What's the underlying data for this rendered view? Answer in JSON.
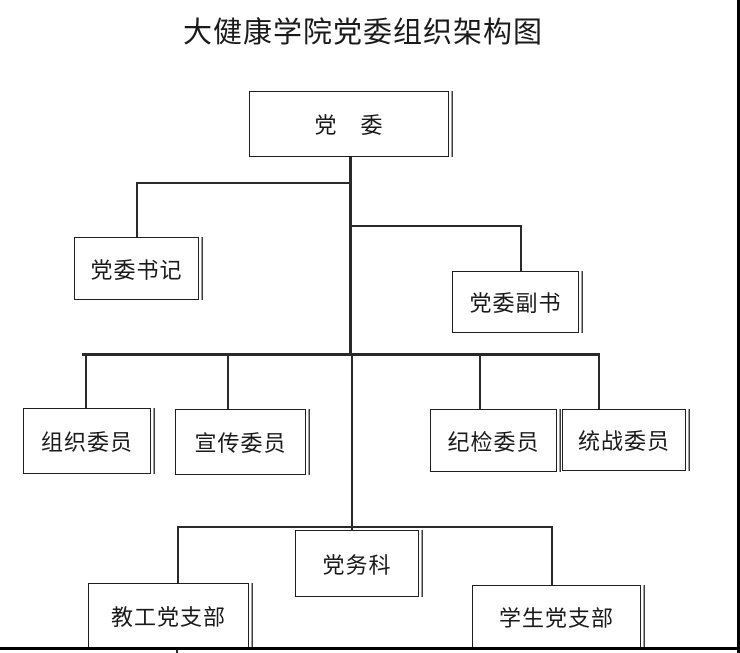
{
  "title": "大健康学院党委组织架构图",
  "nodes": {
    "party_committee": {
      "label": "党　委"
    },
    "party_secretary": {
      "label": "党委书记"
    },
    "deputy_party_secretary": {
      "label": "党委副书"
    },
    "organization_member": {
      "label": "组织委员"
    },
    "propaganda_member": {
      "label": "宣传委员"
    },
    "discipline_member": {
      "label": "纪检委员"
    },
    "united_front_member": {
      "label": "统战委员"
    },
    "party_affairs_section": {
      "label": "党务科"
    },
    "faculty_party_branch": {
      "label": "教工党支部"
    },
    "student_party_branch": {
      "label": "学生党支部"
    }
  },
  "colors": {
    "background": "#ffffff",
    "box_border": "#1f1f1f",
    "box_shadow_edge": "#3d3d3d",
    "connector_line": "#2a2a2a",
    "text": "#1a1a1a",
    "page_edge": "#000000"
  }
}
